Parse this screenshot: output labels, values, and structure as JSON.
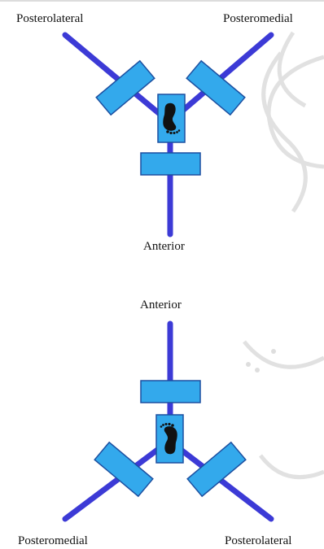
{
  "diagrams": [
    {
      "labels": {
        "left": "Posterolateral",
        "right": "Posteromedial",
        "bottom": "Anterior"
      },
      "icon": "footprint-icon"
    },
    {
      "labels": {
        "top": "Anterior",
        "left": "Posteromedial",
        "right": "Posterolateral"
      },
      "icon": "footprint-icon"
    }
  ],
  "colors": {
    "line": "#3c3ad6",
    "block": "#33a9ec",
    "block_stroke": "#1c4fa0",
    "foot": "#111111",
    "watermark": "#b9b9b9"
  }
}
